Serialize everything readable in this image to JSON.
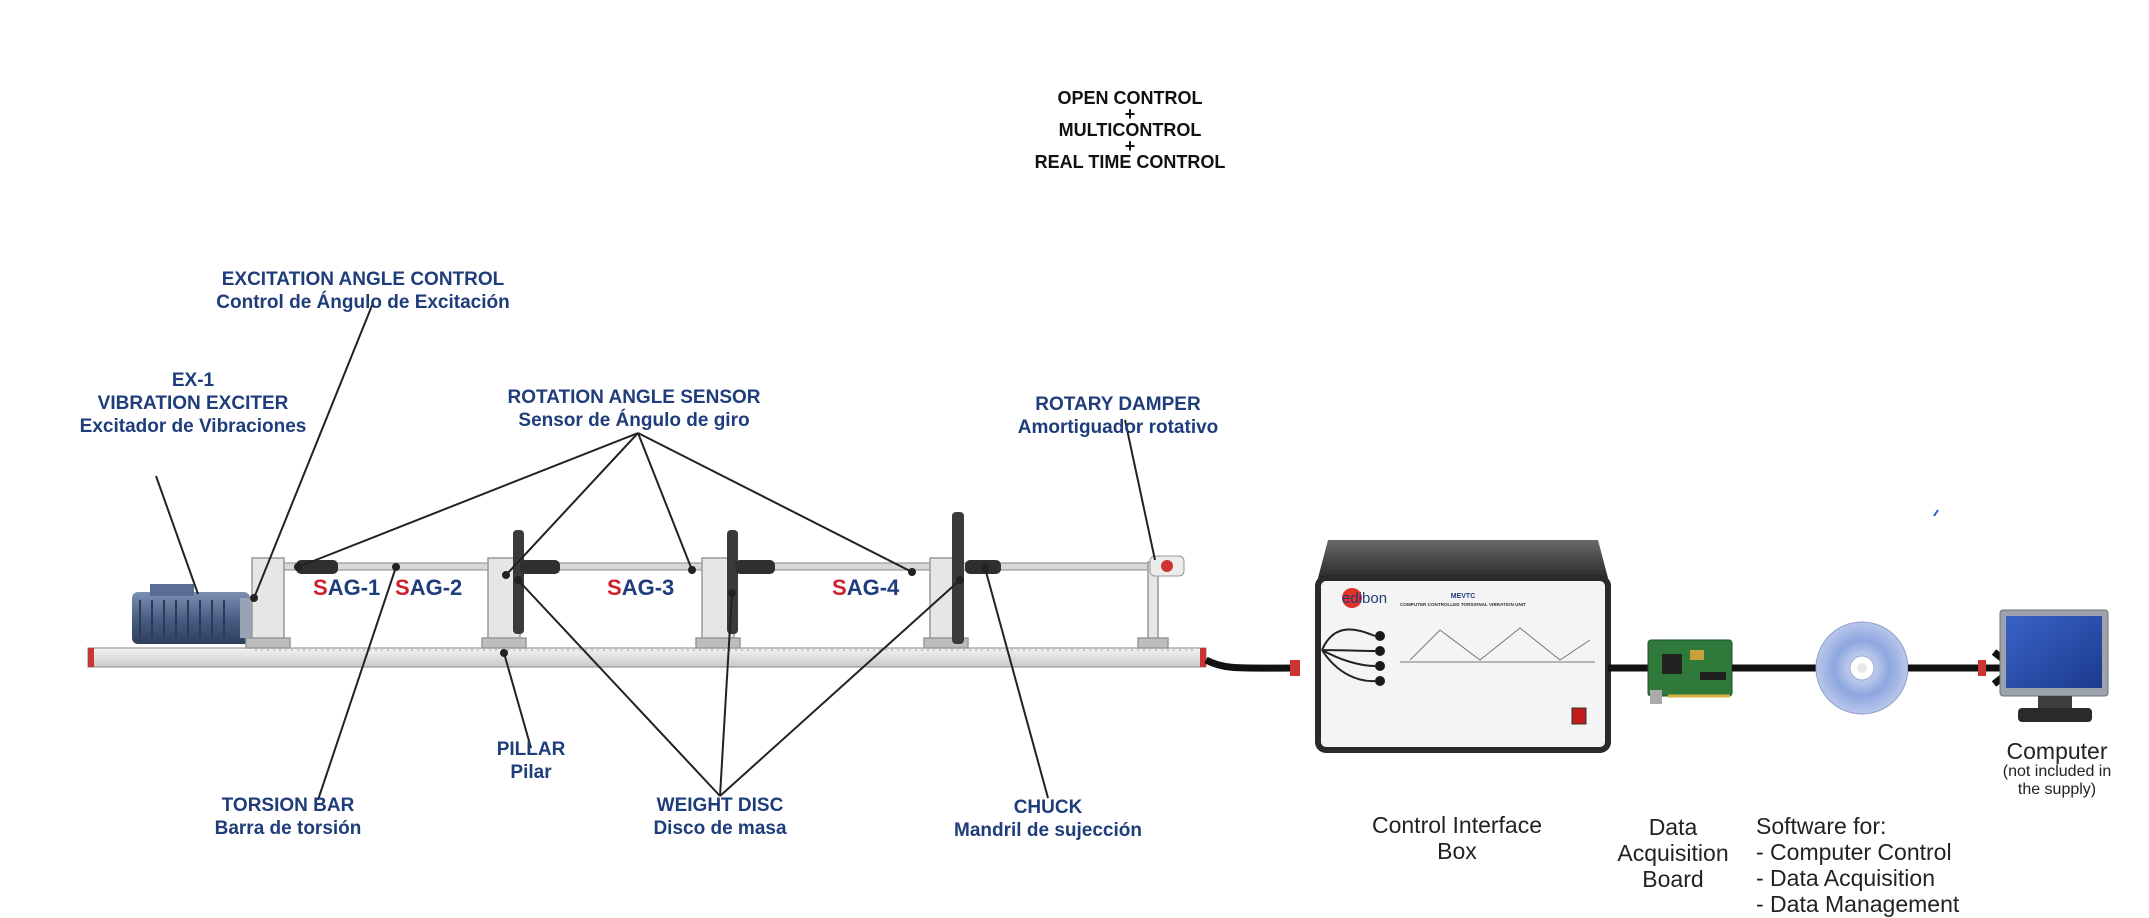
{
  "control_modes": [
    "OPEN CONTROL",
    "+",
    "MULTICONTROL",
    "+",
    "REAL TIME CONTROL"
  ],
  "labels": {
    "excitation_angle_control": {
      "en": "EXCITATION ANGLE CONTROL",
      "es": "Control de Ángulo de Excitación"
    },
    "vibration_exciter": {
      "code": "EX-1",
      "en": "VIBRATION EXCITER",
      "es": "Excitador de Vibraciones"
    },
    "rotation_angle_sensor": {
      "en": "ROTATION ANGLE SENSOR",
      "es": "Sensor de Ángulo de giro"
    },
    "rotary_damper": {
      "en": "ROTARY DAMPER",
      "es": "Amortiguador rotativo"
    },
    "pillar": {
      "en": "PILLAR",
      "es": "Pilar"
    },
    "torsion_bar": {
      "en": "TORSION BAR",
      "es": "Barra de torsión"
    },
    "weight_disc": {
      "en": "WEIGHT DISC",
      "es": "Disco de masa"
    },
    "chuck": {
      "en": "CHUCK",
      "es": "Mandril de sujección"
    }
  },
  "sensors": [
    {
      "prefix": "S",
      "rest": "AG-1"
    },
    {
      "prefix": "S",
      "rest": "AG-2"
    },
    {
      "prefix": "S",
      "rest": "AG-3"
    },
    {
      "prefix": "S",
      "rest": "AG-4"
    }
  ],
  "control_interface_box": {
    "caption": [
      "Control Interface",
      "Box"
    ],
    "brand": "edibon",
    "model": "MEVTC",
    "subtitle": "COMPUTER CONTROLLED TORSIONAL VIBRATION UNIT"
  },
  "data_acquisition_board": {
    "caption": [
      "Data",
      "Acquisition",
      "Board"
    ]
  },
  "software": {
    "title": "Software for:",
    "items": [
      "- Computer Control",
      "- Data Acquisition",
      "- Data Management"
    ]
  },
  "computer": {
    "title": "Computer",
    "note": [
      "(not included in",
      "the supply)"
    ]
  },
  "colors": {
    "label_blue": "#1f3d7a",
    "sensor_red": "#d0202c",
    "motor_blue": "#4a5f85",
    "cable": "#111111"
  }
}
